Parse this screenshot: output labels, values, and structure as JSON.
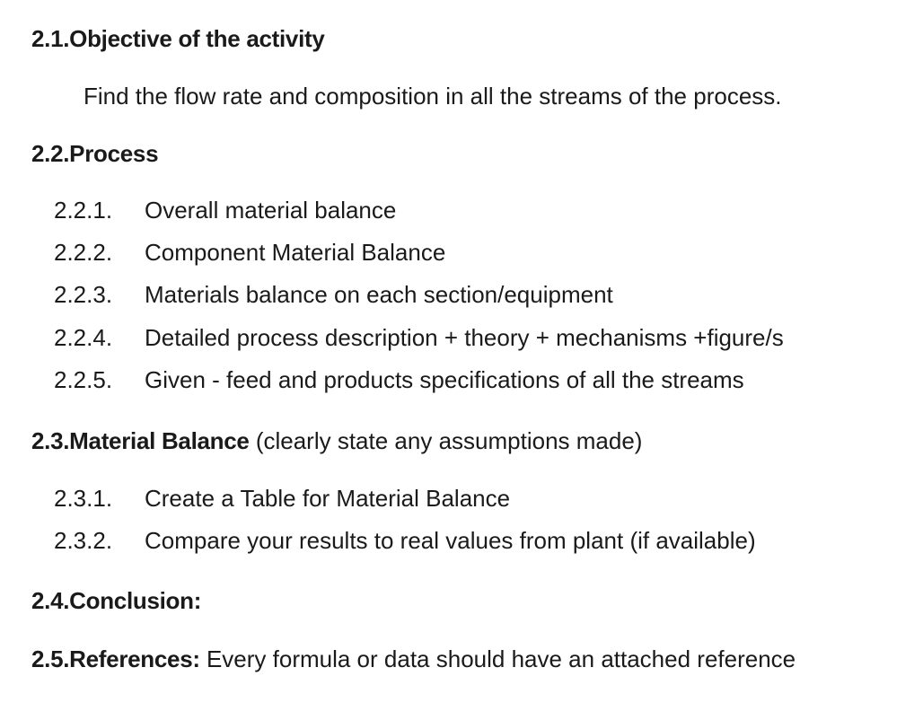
{
  "sections": [
    {
      "number": "2.1.",
      "title": "Objective of the activity",
      "suffix": "",
      "body": "Find the flow rate and composition in all the streams of the process."
    },
    {
      "number": "2.2.",
      "title": "Process",
      "suffix": "",
      "items": [
        {
          "number": "2.2.1.",
          "text": "Overall material balance"
        },
        {
          "number": "2.2.2.",
          "text": "Component Material Balance"
        },
        {
          "number": "2.2.3.",
          "text": "Materials balance on each section/equipment"
        },
        {
          "number": "2.2.4.",
          "text": "Detailed process description + theory + mechanisms +figure/s"
        },
        {
          "number": "2.2.5.",
          "text": "Given - feed and products specifications of all the streams"
        }
      ]
    },
    {
      "number": "2.3.",
      "title": "Material Balance",
      "suffix": " (clearly state any assumptions made)",
      "items": [
        {
          "number": "2.3.1.",
          "text": "Create a Table for Material Balance"
        },
        {
          "number": "2.3.2.",
          "text": "Compare your results to real values from plant (if available)"
        }
      ]
    },
    {
      "number": "2.4.",
      "title": "Conclusion:",
      "suffix": ""
    },
    {
      "number": "2.5.",
      "title": "References:",
      "suffix": " Every formula or data should have an attached reference"
    }
  ]
}
